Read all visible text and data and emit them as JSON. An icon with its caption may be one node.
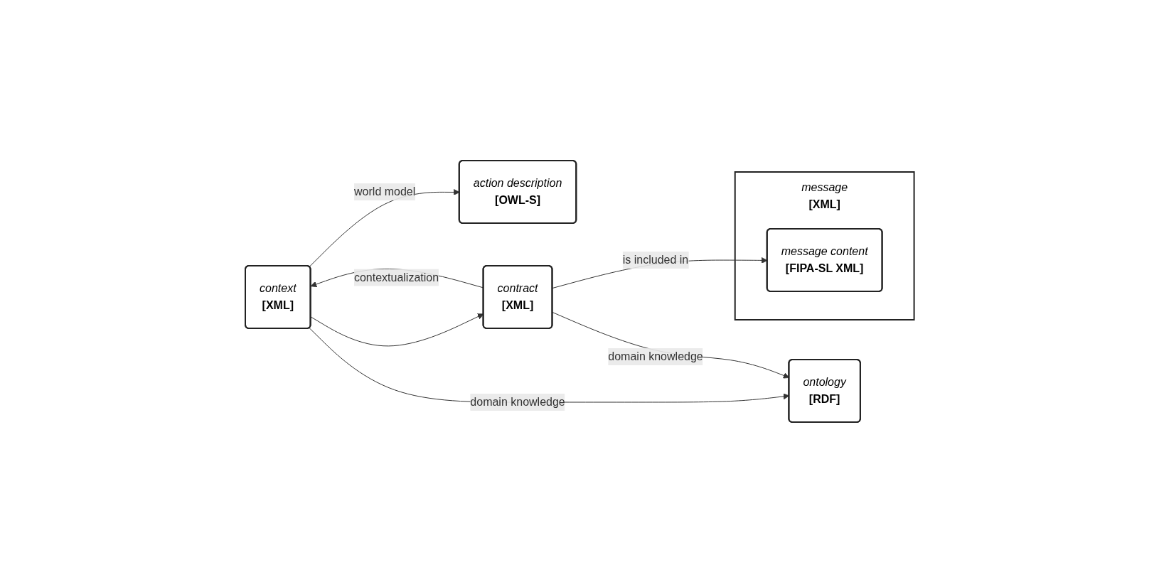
{
  "diagram": {
    "nodes": [
      {
        "text": [
          "context",
          "[XML]"
        ]
      },
      {
        "text": [
          "action description",
          "[OWL-S]"
        ]
      },
      {
        "text": [
          "message",
          "[XML]"
        ]
      },
      {
        "text": [
          "message content",
          "[FIPA-SL XML]"
        ],
        "in": 2
      },
      {
        "text": [
          "contract",
          "[XML]"
        ]
      },
      {
        "text": [
          "ontology",
          "[RDF]"
        ]
      }
    ],
    "edges": [
      {
        "from": 0,
        "to": 1,
        "arrow": "to",
        "label": "world model"
      },
      {
        "from": 0,
        "to": 5,
        "arrow": "to",
        "label": "domain knowledge"
      },
      {
        "from": 4,
        "to": 0,
        "arrow": "to",
        "label": "contextualization"
      },
      {
        "from": 0,
        "to": 4,
        "arrow": "to"
      },
      {
        "from": 4,
        "to": 3,
        "arrow": "to",
        "label": "is included in"
      },
      {
        "from": 4,
        "to": 5,
        "arrow": "to",
        "label": "domain knowledge"
      }
    ]
  }
}
